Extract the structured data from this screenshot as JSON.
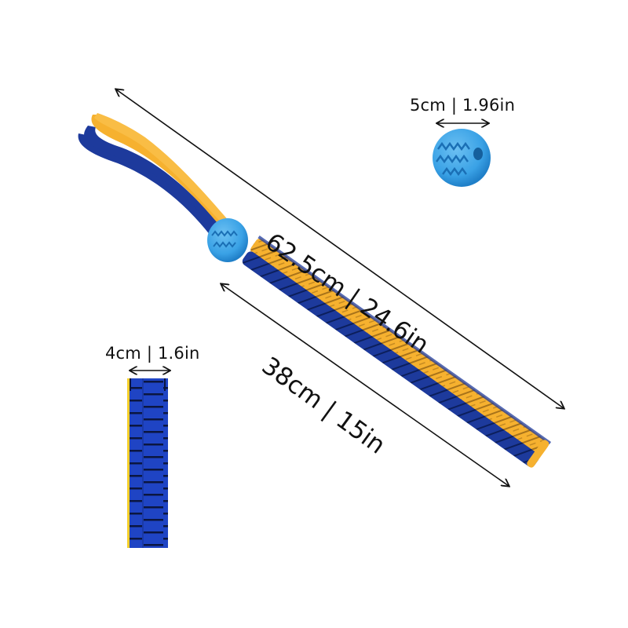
{
  "product": {
    "description": "Braided tug rope dog toy with treat ball and handle loops",
    "colors": {
      "yellow": "#f6b12f",
      "navy": "#1d3a9c",
      "ball_blue": "#3aa2e6",
      "ball_dark": "#1a6fb5",
      "arrow": "#111111",
      "background": "#ffffff"
    }
  },
  "dimensions": {
    "total_length": {
      "label": "62.5cm | 24.6in",
      "cm": 62.5,
      "in": 24.6
    },
    "rope_length": {
      "label": "38cm | 15in",
      "cm": 38,
      "in": 15
    },
    "ball_diameter": {
      "label": "5cm | 1.96in",
      "cm": 5,
      "in": 1.96
    },
    "rope_width": {
      "label": "4cm | 1.6in",
      "cm": 4,
      "in": 1.6
    }
  }
}
